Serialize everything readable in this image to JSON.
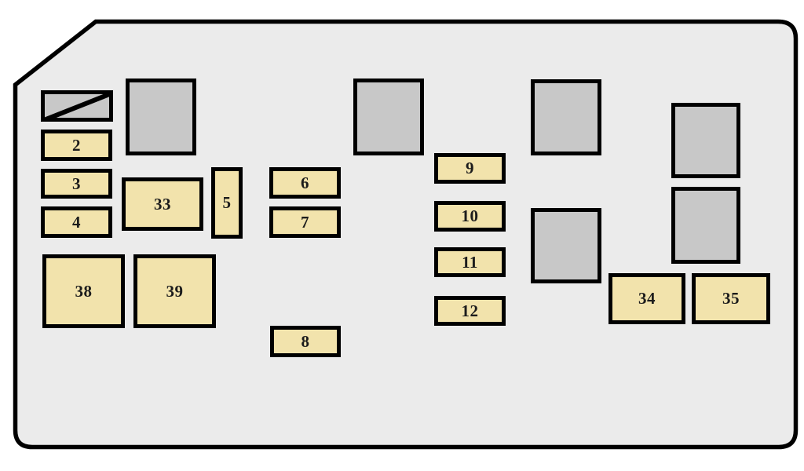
{
  "colors": {
    "page_bg": "#ffffff",
    "panel_fill": "#ebebeb",
    "fuse_fill": "#f2e3ac",
    "relay_fill": "#c8c8c8",
    "outline": "#000000",
    "label_color": "#1c1c1c"
  },
  "panel": {
    "description": "fuse box panel with clipped top-left corner",
    "unlabeled_relay_count": 6,
    "striped_connector_count": 1
  },
  "fuses": [
    {
      "id": "fuse-2",
      "label": "2"
    },
    {
      "id": "fuse-3",
      "label": "3"
    },
    {
      "id": "fuse-4",
      "label": "4"
    },
    {
      "id": "fuse-33",
      "label": "33"
    },
    {
      "id": "fuse-5",
      "label": "5"
    },
    {
      "id": "fuse-6",
      "label": "6"
    },
    {
      "id": "fuse-7",
      "label": "7"
    },
    {
      "id": "fuse-8",
      "label": "8"
    },
    {
      "id": "fuse-9",
      "label": "9"
    },
    {
      "id": "fuse-10",
      "label": "10"
    },
    {
      "id": "fuse-11",
      "label": "11"
    },
    {
      "id": "fuse-12",
      "label": "12"
    },
    {
      "id": "fuse-34",
      "label": "34"
    },
    {
      "id": "fuse-35",
      "label": "35"
    },
    {
      "id": "fuse-38",
      "label": "38"
    },
    {
      "id": "fuse-39",
      "label": "39"
    }
  ]
}
